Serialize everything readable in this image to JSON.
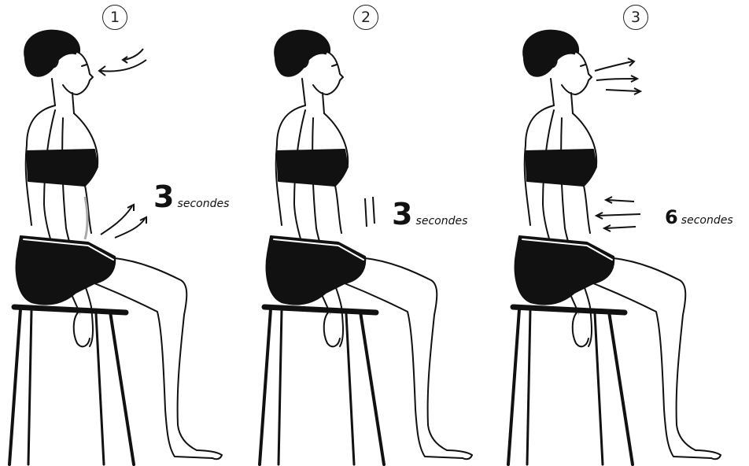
{
  "steps": [
    {
      "number": "1",
      "count": "3",
      "unit": "secondes"
    },
    {
      "number": "2",
      "count": "3",
      "unit": "secondes"
    },
    {
      "number": "3",
      "count": "6",
      "unit": "secondes"
    }
  ],
  "colors": {
    "ink": "#111111",
    "grey_outline": "#aaaaaa",
    "background": "#ffffff"
  },
  "icons": [
    "inhale-arrow-icon",
    "belly-expand-arrow-icon",
    "hold-bars-icon",
    "exhale-arrow-icon",
    "belly-contract-arrow-icon"
  ]
}
